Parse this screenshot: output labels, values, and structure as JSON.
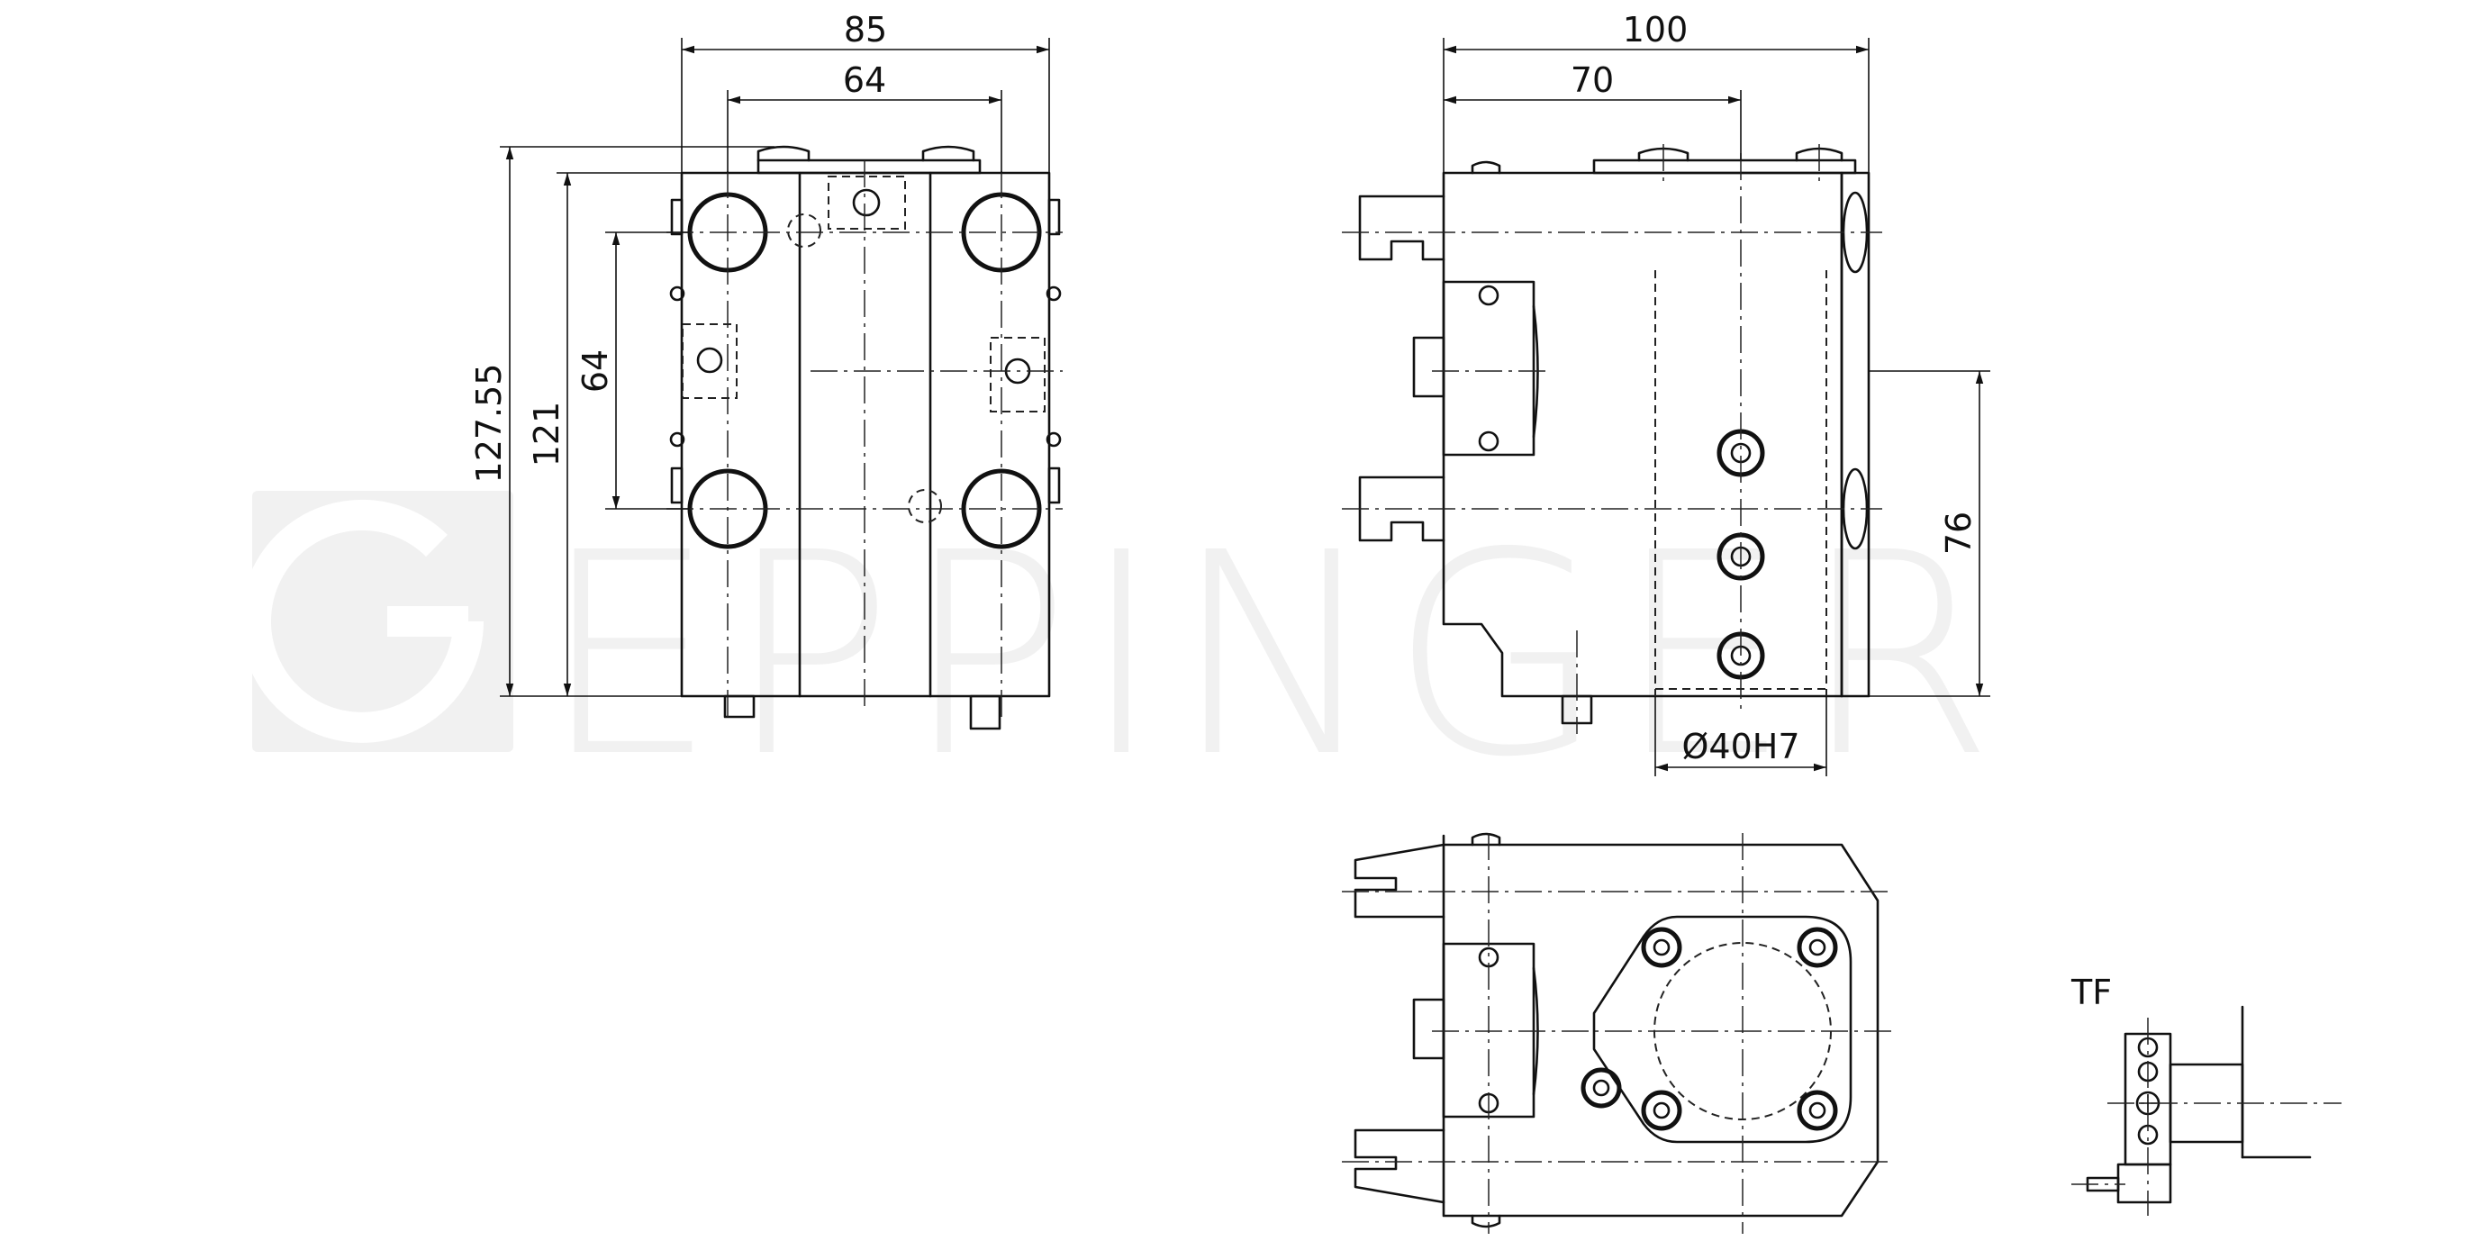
{
  "watermark": {
    "text": "EPPINGER"
  },
  "dimensions": {
    "front_width_outer": "85",
    "front_width_inner": "64",
    "front_height_total": "127.55",
    "front_height_body": "121",
    "front_bolt_spacing": "64",
    "side_length_total": "100",
    "side_length_partial": "70",
    "side_height": "76",
    "bore_diameter": "Ø40H7"
  },
  "detail_label": "TF"
}
